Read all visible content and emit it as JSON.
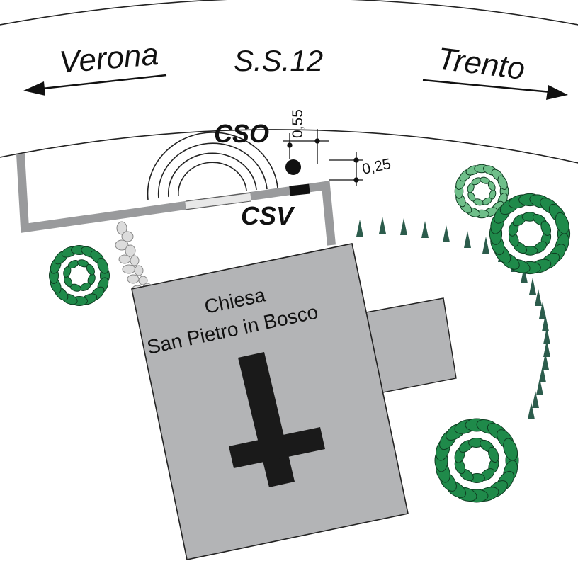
{
  "road": {
    "name": "S.S.12"
  },
  "directions": {
    "west": "Verona",
    "east": "Trento"
  },
  "stations": {
    "seismic_outdoor": "CSO",
    "seismic_vault": "CSV"
  },
  "dimensions": {
    "offset_a": "0,55",
    "offset_b": "0,25"
  },
  "building": {
    "line1": "Chiesa",
    "line2": "San Pietro in Bosco"
  },
  "colors": {
    "building_fill": "#b3b4b6",
    "wall": "#999a9c",
    "tree_dark": "#1f8a4a",
    "tree_light": "#6fbf8a",
    "spike": "#2c5c4c",
    "cross": "#1a1a1a"
  }
}
